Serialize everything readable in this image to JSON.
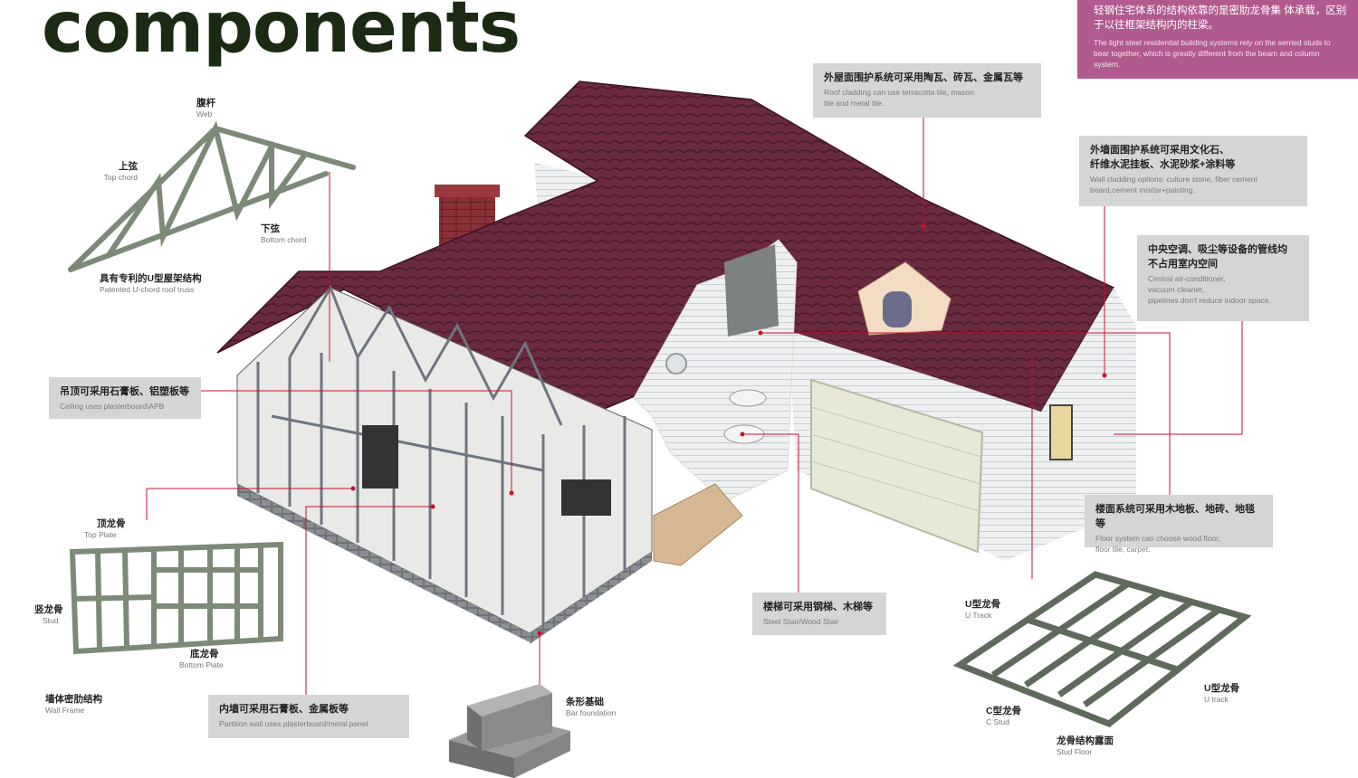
{
  "title": "components",
  "intro": {
    "zh": "轻钢住宅体系的结构依靠的是密肋龙骨集 体承载，区别于以往框架结构内的柱梁。",
    "en": "The light steel residential building systems rely on the serried studs to bear together, which is greatly different from the beam and column system."
  },
  "callouts": {
    "roof": {
      "zh": "外屋面围护系统可采用陶瓦、砖瓦、金属瓦等",
      "en": "Roof cladding can use terracotta tile, mason tile and metal tile."
    },
    "wall": {
      "zh1": "外墙面围护系统可采用文化石、",
      "zh2": "纤维水泥挂板、水泥砂浆+涂料等",
      "en": "Wall cladding options: culture stone, fiber cement board,cement mortar+painting."
    },
    "ac": {
      "zh1": "中央空调、吸尘等设备的管线均",
      "zh2": "不占用室内空间",
      "en1": "Central air-conditioner,",
      "en2": "vacuum cleaner,",
      "en3": "pipelines don't reduce indoor space."
    },
    "ceiling": {
      "zh": "吊顶可采用石膏板、铝塑板等",
      "en": "Ceiling uses plasterboard\\APB"
    },
    "floor": {
      "zh": "楼面系统可采用木地板、地砖、地毯等",
      "en1": "Floor system can choose wood floor,",
      "en2": "floor tile, carpet."
    },
    "stair": {
      "zh": "楼梯可采用钢梯、木梯等",
      "en": "Steel Stair/Wood Stair"
    },
    "partition": {
      "zh": "内墙可采用石膏板、金属板等",
      "en": "Partition wall uses plasterboard/metal panel"
    }
  },
  "labels": {
    "web": {
      "zh": "腹杆",
      "en": "Web"
    },
    "top_chord": {
      "zh": "上弦",
      "en": "Top chord"
    },
    "bottom_chord": {
      "zh": "下弦",
      "en": "Bottom chord"
    },
    "truss": {
      "zh": "具有专利的U型屋架结构",
      "en": "Patented U-chord roof truss"
    },
    "top_plate": {
      "zh": "顶龙骨",
      "en": "Top Plate"
    },
    "stud": {
      "zh": "竖龙骨",
      "en": "Stud"
    },
    "bottom_plate": {
      "zh": "底龙骨",
      "en": "Bottom Plate"
    },
    "wall_frame": {
      "zh": "墙体密肋结构",
      "en": "Wall Frame"
    },
    "bar_foundation": {
      "zh": "条形基础",
      "en": "Bar foundation"
    },
    "u_track_1": {
      "zh": "U型龙骨",
      "en": "U Track"
    },
    "u_track_2": {
      "zh": "U型龙骨",
      "en": "U track"
    },
    "c_stud": {
      "zh": "C型龙骨",
      "en": "C Stud"
    },
    "stud_floor": {
      "zh": "龙骨结构露面",
      "en": "Stud Floor"
    }
  },
  "colors": {
    "roof": "#6a2a40",
    "title": "#1c2a14",
    "accent_pink": "#b15a8e",
    "callout_bg": "#d4d5d7",
    "leader": "#c8102e",
    "steel": "#7d8a78"
  }
}
